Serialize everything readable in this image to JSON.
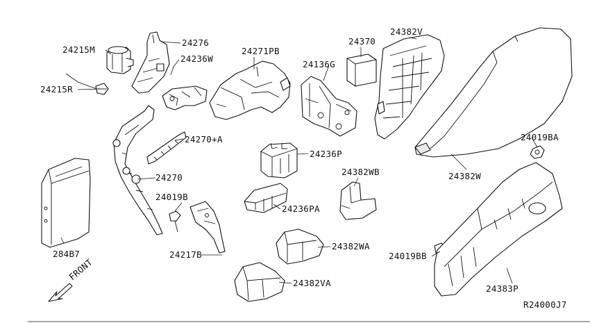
{
  "diagram_code": "R24000J7",
  "direction_label": "FRONT",
  "parts": [
    {
      "id": "p24215M",
      "label": "24215M"
    },
    {
      "id": "p24276",
      "label": "24276"
    },
    {
      "id": "p24236W",
      "label": "24236W"
    },
    {
      "id": "p24215R",
      "label": "24215R"
    },
    {
      "id": "p24271PB",
      "label": "24271PB"
    },
    {
      "id": "p24370",
      "label": "24370"
    },
    {
      "id": "p24382V",
      "label": "24382V"
    },
    {
      "id": "p24136G",
      "label": "24136G"
    },
    {
      "id": "p24270A",
      "label": "24270+A"
    },
    {
      "id": "p24236P",
      "label": "24236P"
    },
    {
      "id": "p24019BA",
      "label": "24019BA"
    },
    {
      "id": "p24270",
      "label": "24270"
    },
    {
      "id": "p24382WB",
      "label": "24382WB"
    },
    {
      "id": "p24382W",
      "label": "24382W"
    },
    {
      "id": "p24019B",
      "label": "24019B"
    },
    {
      "id": "p24236PA",
      "label": "24236PA"
    },
    {
      "id": "p284B7",
      "label": "284B7"
    },
    {
      "id": "p24217B",
      "label": "24217B"
    },
    {
      "id": "p24382WA",
      "label": "24382WA"
    },
    {
      "id": "p24019BB",
      "label": "24019BB"
    },
    {
      "id": "p24382VA",
      "label": "24382VA"
    },
    {
      "id": "p24383P",
      "label": "24383P"
    }
  ]
}
